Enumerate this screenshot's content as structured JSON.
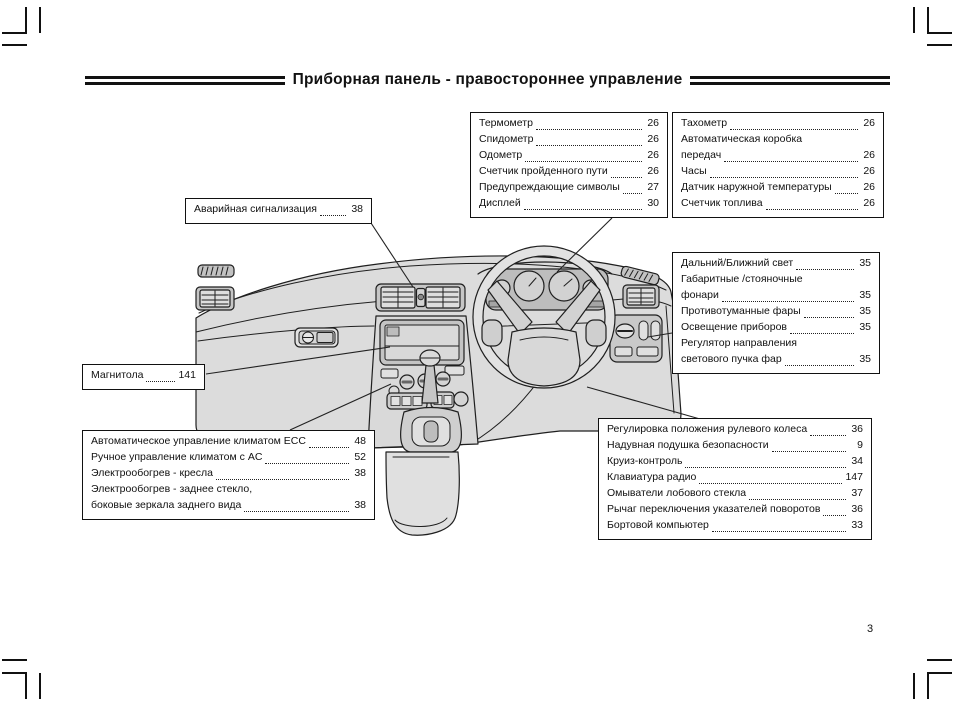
{
  "title": "Приборная панель - правостороннее управление",
  "page_number": "3",
  "boxes": {
    "hazard": [
      {
        "label": "Аварийная сигнализация",
        "page": "38"
      }
    ],
    "cluster_left": [
      {
        "label": "Термометр",
        "page": "26"
      },
      {
        "label": "Спидометр",
        "page": "26"
      },
      {
        "label": "Одометр",
        "page": "26"
      },
      {
        "label": "Счетчик пройденного пути",
        "page": "26"
      },
      {
        "label": "Предупреждающие символы",
        "page": "27"
      },
      {
        "label": "Дисплей",
        "page": "30"
      }
    ],
    "cluster_right": [
      {
        "label": "Тахометр",
        "page": "26"
      },
      {
        "label": "Автоматическая коробка",
        "label2": "передач",
        "page": "26"
      },
      {
        "label": "Часы",
        "page": "26"
      },
      {
        "label": "Датчик наружной температуры",
        "page": "26"
      },
      {
        "label": "Счетчик топлива",
        "page": "26"
      }
    ],
    "lights": [
      {
        "label": "Дальний/Ближний свет",
        "page": "35"
      },
      {
        "label": "Габаритные /стояночные",
        "label2": "фонари",
        "page": "35"
      },
      {
        "label": "Противотуманные фары",
        "page": "35"
      },
      {
        "label": "Освещение приборов",
        "page": "35"
      },
      {
        "label": "Регулятор направления",
        "label2": "светового пучка фар",
        "page": "35"
      }
    ],
    "radio": [
      {
        "label": "Магнитола",
        "page": "141"
      }
    ],
    "climate": [
      {
        "label": "Автоматическое управление климатом ECC",
        "page": "48"
      },
      {
        "label": "Ручное управление климатом с AC",
        "page": "52"
      },
      {
        "label": "Электрообогрев - кресла",
        "page": "38"
      },
      {
        "label": "Электрообогрев - заднее стекло,",
        "label2": "боковые зеркала заднего вида",
        "page": "38"
      }
    ],
    "steering": [
      {
        "label": "Регулировка положения рулевого колеса",
        "page": "36"
      },
      {
        "label": "Надувная подушка безопасности",
        "page": "9"
      },
      {
        "label": "Круиз-контроль",
        "page": "34"
      },
      {
        "label": "Клавиатура радио",
        "page": "147"
      },
      {
        "label": "Омыватели лобового стекла",
        "page": "37"
      },
      {
        "label": "Рычаг переключения указателей поворотов",
        "page": "36"
      },
      {
        "label": "Бортовой компьютер",
        "page": "33"
      }
    ]
  }
}
